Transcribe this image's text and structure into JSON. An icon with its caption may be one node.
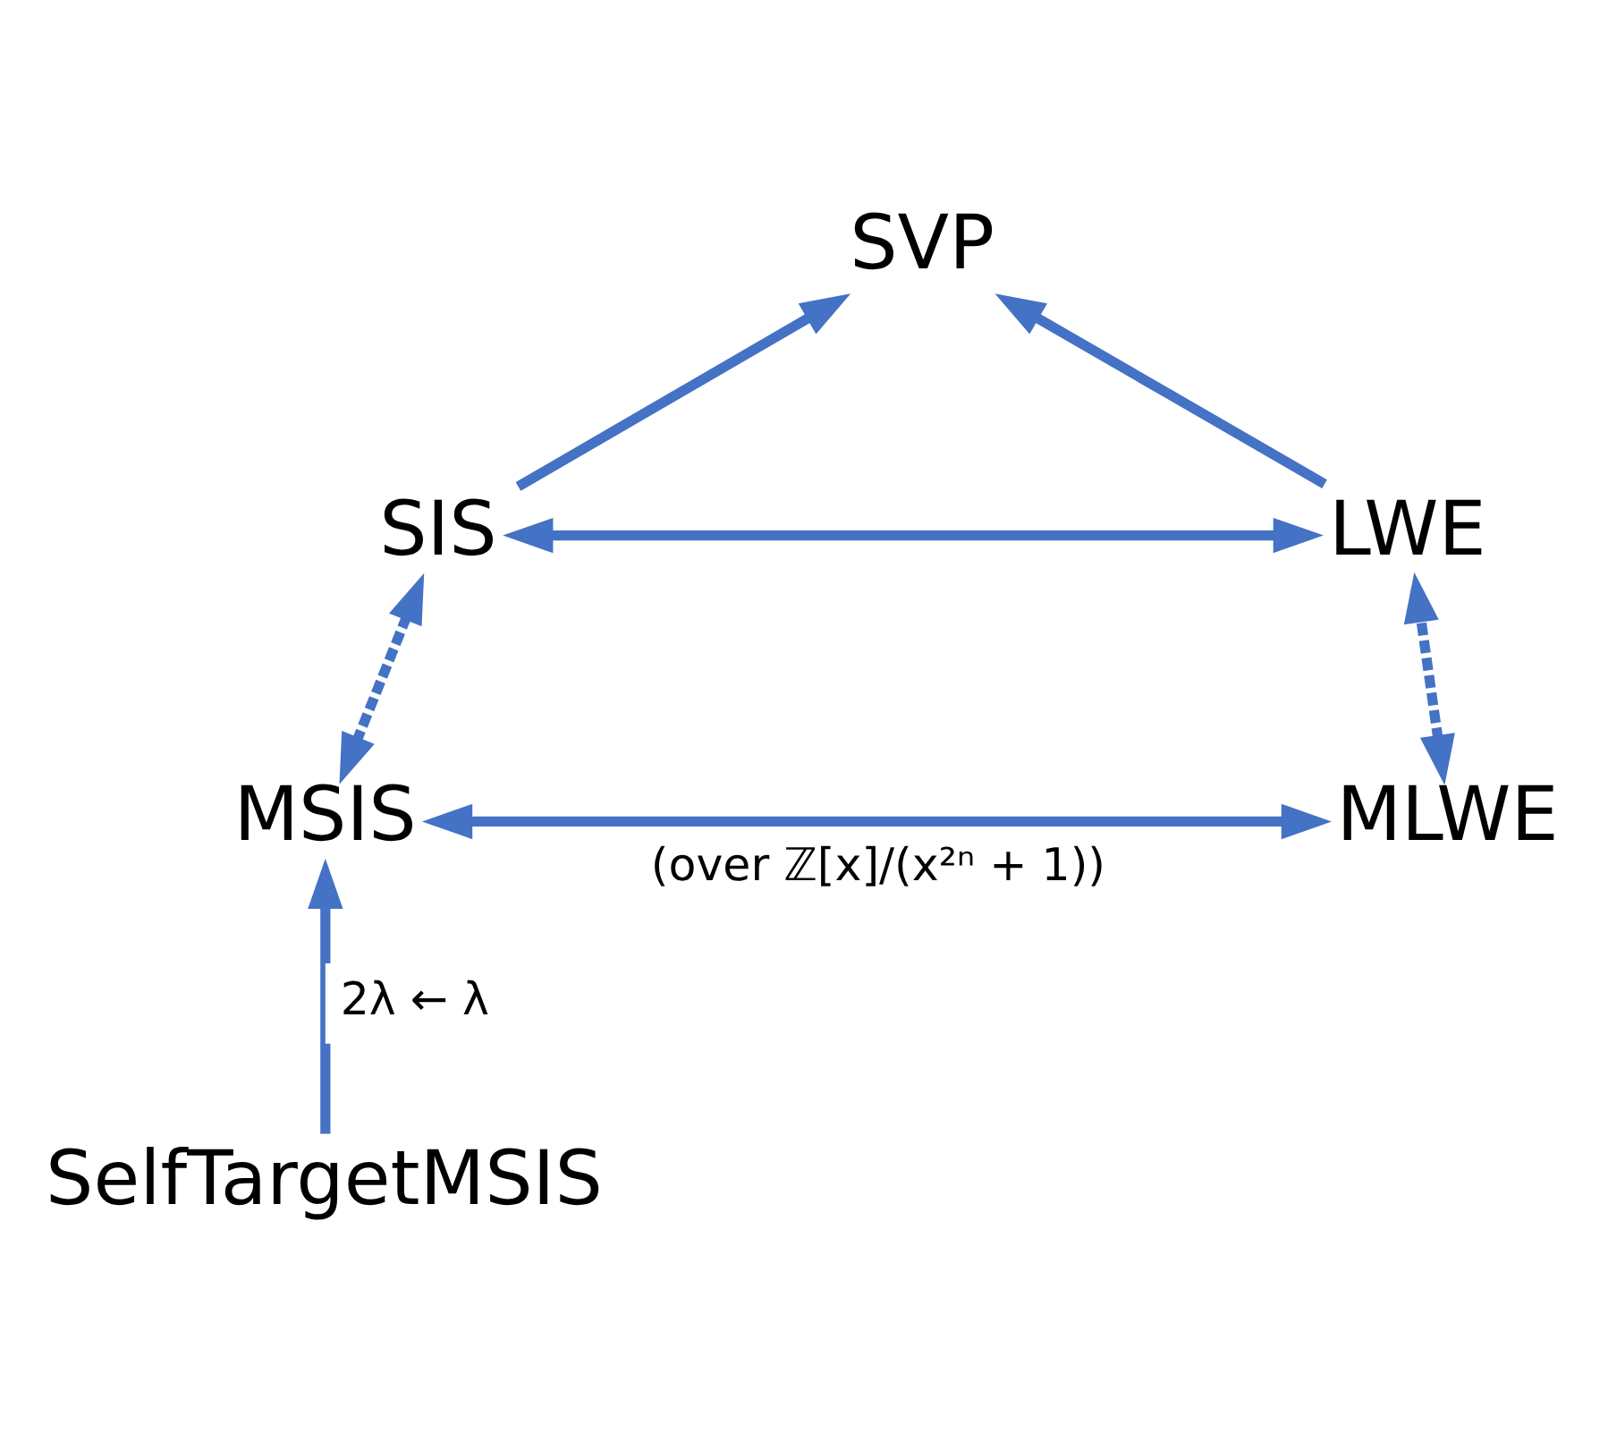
{
  "diagram": {
    "nodes": [
      {
        "text": [
          "SVP"
        ]
      },
      {
        "text": [
          "SIS"
        ]
      },
      {
        "text": [
          "LWE"
        ]
      },
      {
        "text": [
          "MSIS"
        ]
      },
      {
        "text": [
          "MLWE"
        ]
      },
      {
        "text": [
          "SelfTargetMSIS"
        ]
      }
    ],
    "edges": [
      {
        "from": 1,
        "to": 0,
        "arrow": "to"
      },
      {
        "from": 2,
        "to": 0,
        "arrow": "to"
      },
      {
        "from": 1,
        "to": 2,
        "arrow": "both"
      },
      {
        "from": 3,
        "to": 1,
        "arrow": "both",
        "style": "dashed"
      },
      {
        "from": 4,
        "to": 2,
        "arrow": "both",
        "style": "dashed"
      },
      {
        "from": 3,
        "to": 4,
        "arrow": "both",
        "label": "(over ℤ[x]/(x²ⁿ + 1))"
      },
      {
        "from": 5,
        "to": 3,
        "arrow": "to",
        "label": "2λ ← λ"
      }
    ]
  }
}
